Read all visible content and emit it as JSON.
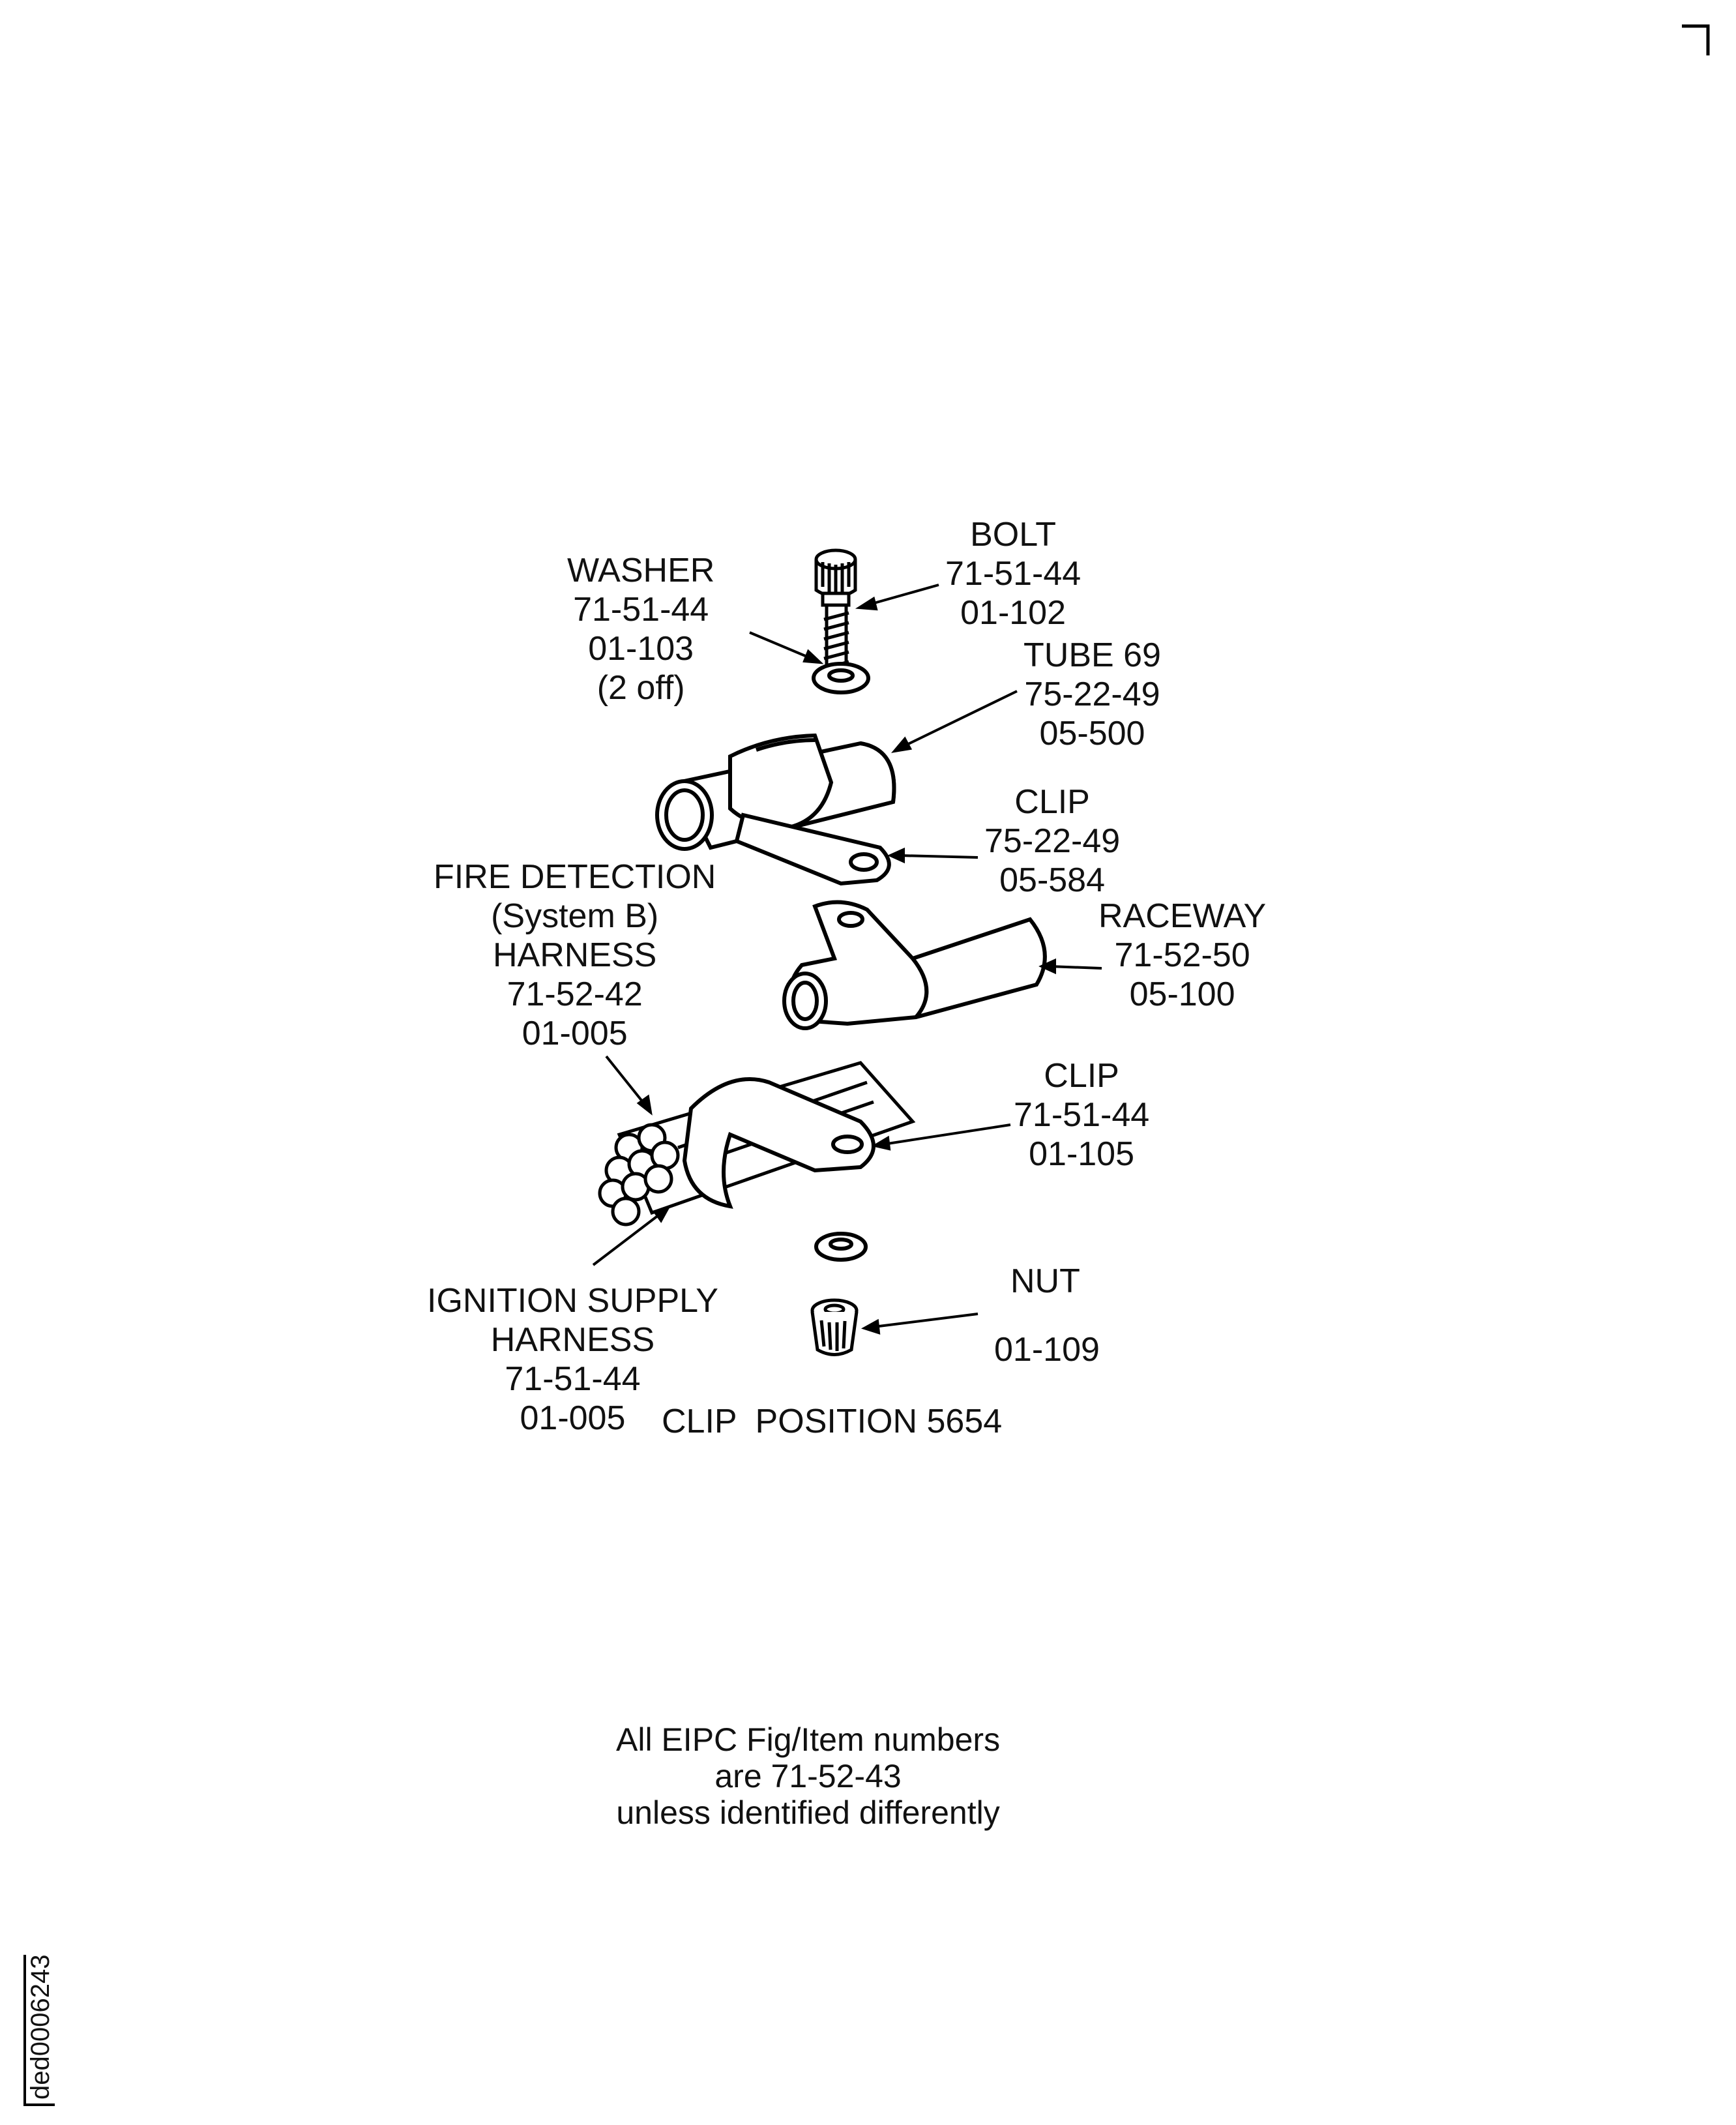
{
  "labels": {
    "bolt": [
      "BOLT",
      "71-51-44",
      "01-102"
    ],
    "washer": [
      "WASHER",
      "71-51-44",
      "01-103",
      "(2 off)"
    ],
    "tube": [
      "TUBE 69",
      "75-22-49",
      "05-500"
    ],
    "clip_upper": [
      "CLIP",
      "75-22-49",
      "05-584"
    ],
    "fire_detection": [
      "FIRE DETECTION",
      "(System B)",
      "HARNESS",
      "71-52-42",
      "01-005"
    ],
    "raceway": [
      "RACEWAY",
      "71-52-50",
      "05-100"
    ],
    "clip_lower": [
      "CLIP",
      "71-51-44",
      "01-105"
    ],
    "nut": [
      "NUT",
      "01-109"
    ],
    "ignition": [
      "IGNITION SUPPLY",
      "HARNESS",
      "71-51-44",
      "01-005"
    ],
    "clip_position": "CLIP  POSITION 5654"
  },
  "note": [
    "All EIPC Fig/Item numbers",
    "are 71-52-43",
    "unless identified differently"
  ],
  "doc_id": "ded0006243",
  "icons": [
    "corner-mark",
    "bolt",
    "washer",
    "tube",
    "clip",
    "raceway",
    "harness-bundle",
    "nut"
  ]
}
